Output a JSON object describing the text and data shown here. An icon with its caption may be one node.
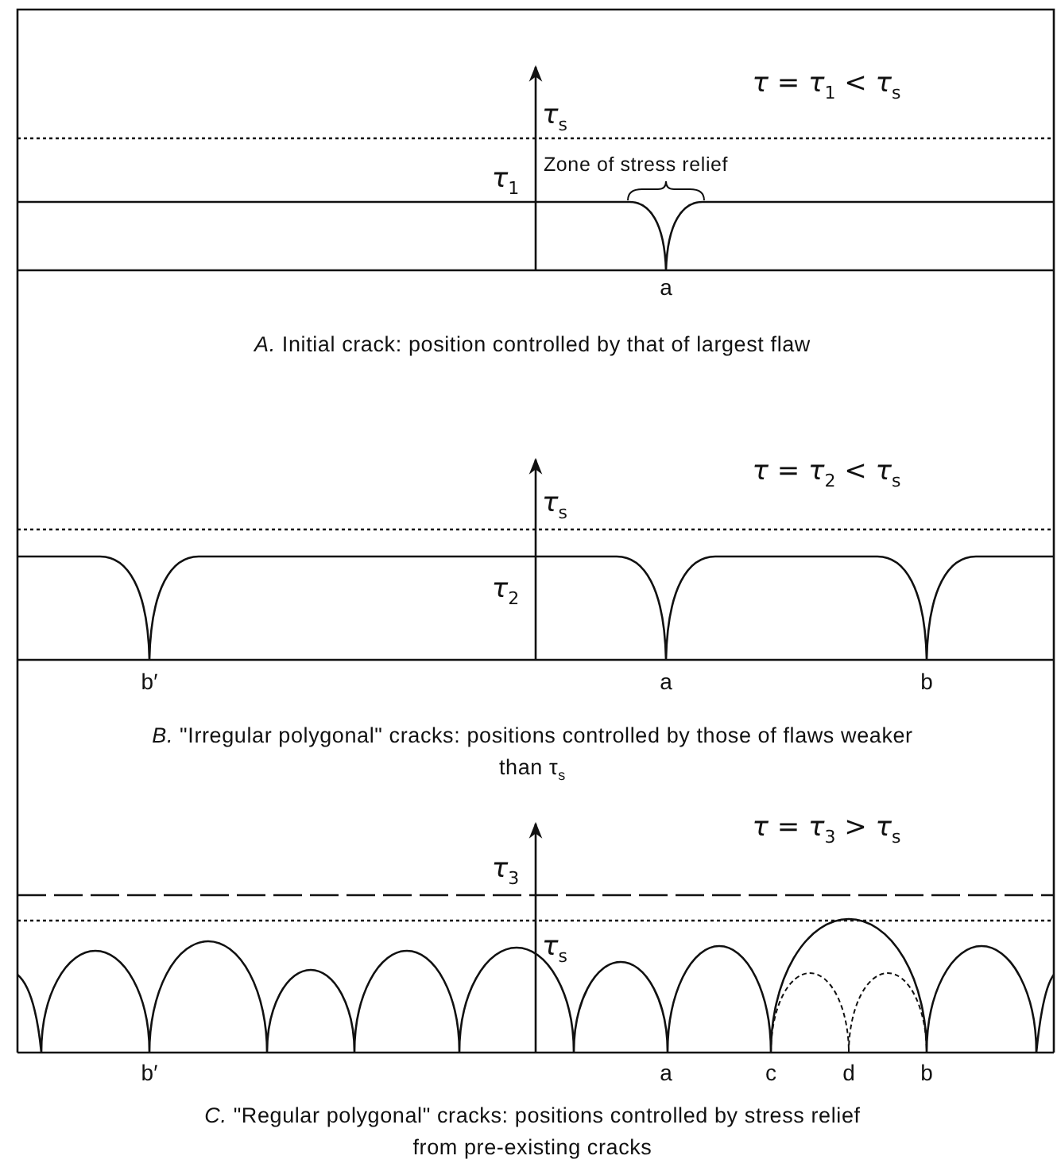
{
  "diagram": {
    "labels": [
      "τ = τ$_{1}$ < τ$_{s}$",
      "τ$_{s}$",
      "Zone of stress relief",
      "τ$_{1}$",
      "a",
      "*A.* Initial crack: position controlled by that of largest flaw",
      "τ = τ$_{2}$ < τ$_{s}$",
      "τ$_{s}$",
      "τ$_{2}$",
      "b′",
      "a",
      "b",
      "*B.* \"Irregular polygonal\" cracks: positions controlled by those of flaws weaker than τ$_{s}$",
      "τ = τ$_{3}$ > τ$_{s}$",
      "τ$_{3}$",
      "τ$_{s}$",
      "b′",
      "a",
      "c",
      "d",
      "b",
      "*C.* \"Regular polygonal\" cracks: positions controlled by stress relief from pre-existing cracks"
    ]
  }
}
